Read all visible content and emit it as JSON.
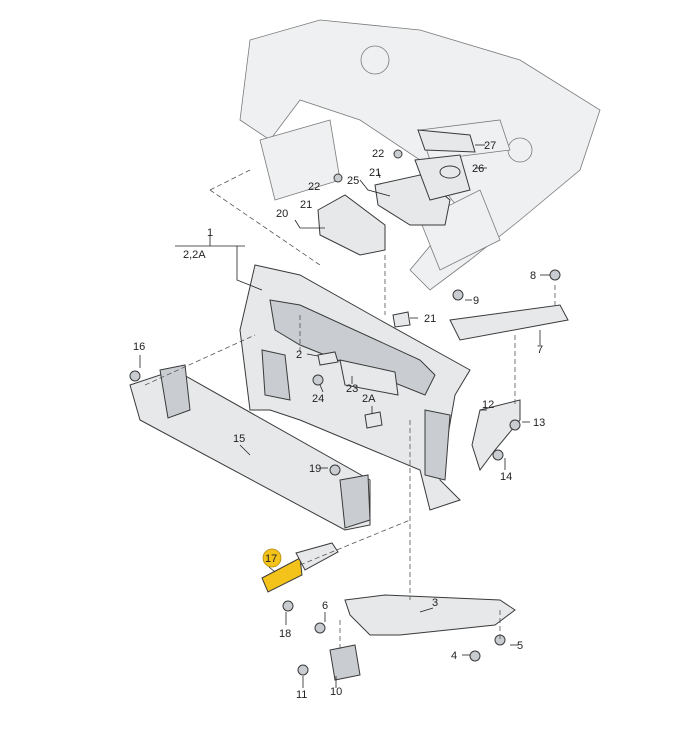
{
  "labels": [
    {
      "id": "1",
      "text": "1"
    },
    {
      "id": "2_2a_top",
      "text": "2,2A"
    },
    {
      "id": "2",
      "text": "2"
    },
    {
      "id": "2a",
      "text": "2A"
    },
    {
      "id": "3",
      "text": "3"
    },
    {
      "id": "4",
      "text": "4"
    },
    {
      "id": "5",
      "text": "5"
    },
    {
      "id": "6",
      "text": "6"
    },
    {
      "id": "7",
      "text": "7"
    },
    {
      "id": "8",
      "text": "8"
    },
    {
      "id": "9",
      "text": "9"
    },
    {
      "id": "10",
      "text": "10"
    },
    {
      "id": "11",
      "text": "11"
    },
    {
      "id": "12",
      "text": "12"
    },
    {
      "id": "13",
      "text": "13"
    },
    {
      "id": "14",
      "text": "14"
    },
    {
      "id": "15",
      "text": "15"
    },
    {
      "id": "16",
      "text": "16"
    },
    {
      "id": "17",
      "text": "17"
    },
    {
      "id": "18",
      "text": "18"
    },
    {
      "id": "19",
      "text": "19"
    },
    {
      "id": "20",
      "text": "20"
    },
    {
      "id": "21a",
      "text": "21"
    },
    {
      "id": "21b",
      "text": "21"
    },
    {
      "id": "21c",
      "text": "21"
    },
    {
      "id": "22a",
      "text": "22"
    },
    {
      "id": "22b",
      "text": "22"
    },
    {
      "id": "23",
      "text": "23"
    },
    {
      "id": "24",
      "text": "24"
    },
    {
      "id": "25",
      "text": "25"
    },
    {
      "id": "26",
      "text": "26"
    },
    {
      "id": "27",
      "text": "27"
    }
  ],
  "highlight_color": "#f3c21b"
}
